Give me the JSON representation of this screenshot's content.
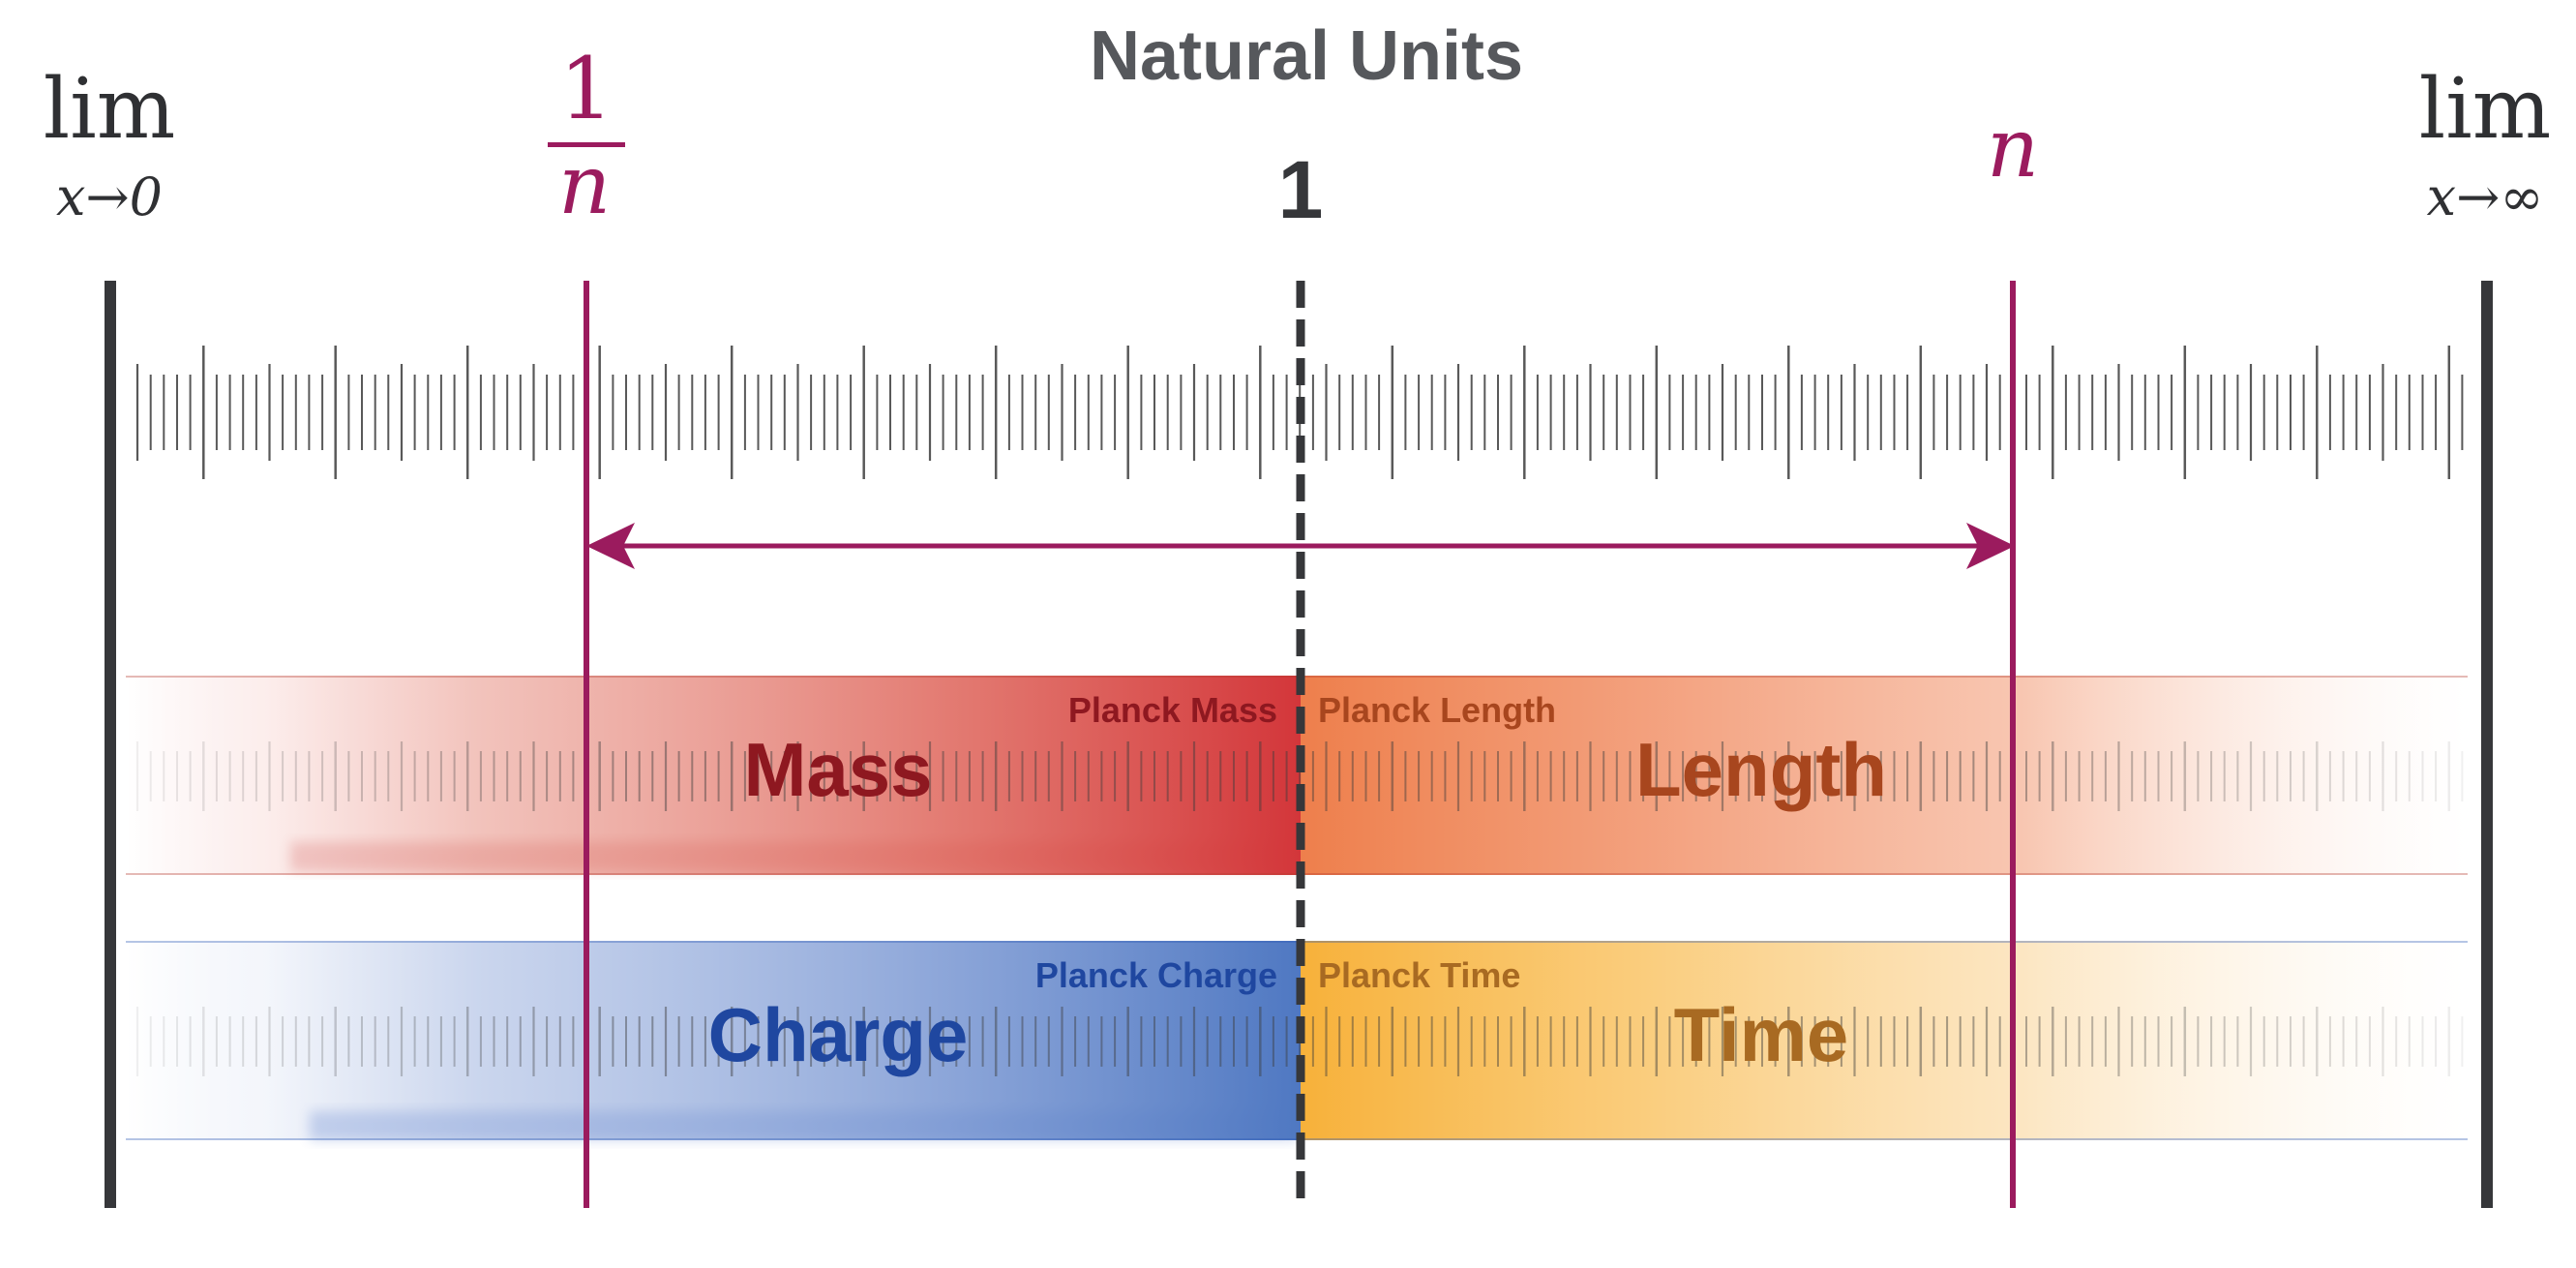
{
  "title": "Natural Units",
  "labels": {
    "left_limit": "lim",
    "left_limit_sub": "x→0",
    "right_limit": "lim",
    "right_limit_sub": "x→∞",
    "inverse_marker_num": "1",
    "inverse_marker_den": "n",
    "center_marker": "1",
    "n_marker": "n"
  },
  "bands": [
    {
      "left_quantity": "Mass",
      "left_planck": "Planck Mass",
      "right_quantity": "Length",
      "right_planck": "Planck Length"
    },
    {
      "left_quantity": "Charge",
      "left_planck": "Planck Charge",
      "right_quantity": "Time",
      "right_planck": "Planck Time"
    }
  ],
  "colors": {
    "title": "#56585c",
    "axis_dark": "#36373a",
    "marker_magenta": "#9b1b5e",
    "tick": "#3c3c3c",
    "mass": "#d3363a",
    "mass_text": "#8e1820",
    "length": "#ee7f4c",
    "length_text": "#a8461e",
    "charge": "#4f78c2",
    "charge_text": "#1f47a0",
    "time": "#f7b13a",
    "time_text": "#a86a22"
  }
}
